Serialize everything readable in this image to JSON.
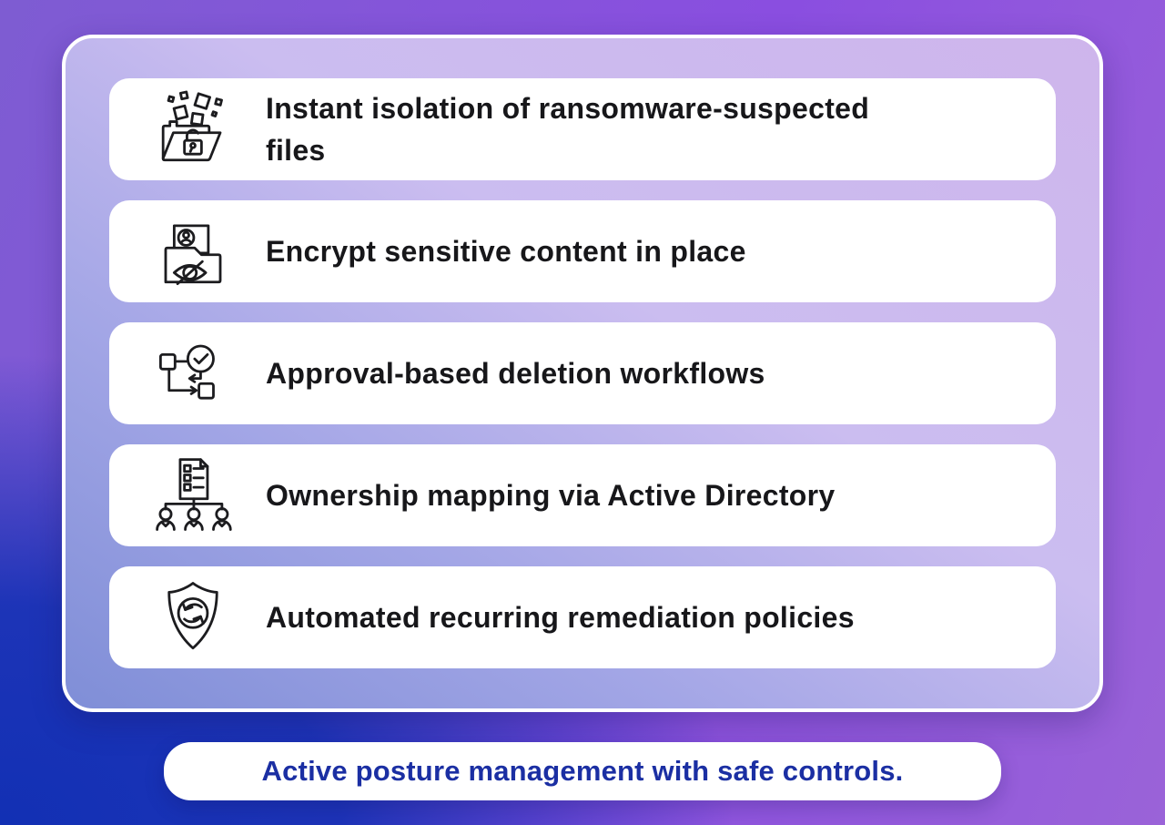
{
  "cards": [
    {
      "label": "Instant isolation of ransomware-suspected files",
      "icon": "quarantine-folder-icon"
    },
    {
      "label": "Encrypt sensitive content in place",
      "icon": "encrypt-in-place-icon"
    },
    {
      "label": "Approval-based deletion workflows",
      "icon": "approval-workflow-icon"
    },
    {
      "label": "Ownership mapping via Active Directory",
      "icon": "ownership-mapping-icon"
    },
    {
      "label": "Automated recurring remediation policies",
      "icon": "remediation-shield-icon"
    }
  ],
  "footer": {
    "label": "Active posture management with safe controls."
  },
  "colors": {
    "background_blue": "#1230b4",
    "background_purple": "#8a4ee0",
    "panel_light": "#cbbdf0",
    "panel_periwinkle": "#7f8ed7",
    "card_background": "#ffffff",
    "card_text": "#17171a",
    "footer_text": "#1b2fa3"
  }
}
